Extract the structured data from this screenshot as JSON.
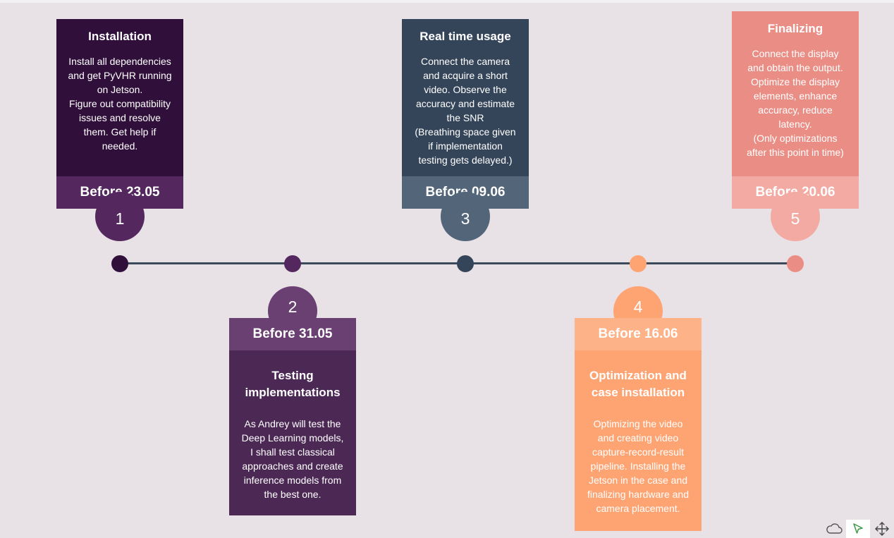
{
  "steps": [
    {
      "number": "1",
      "title": "Installation",
      "body": "Install all dependencies\nand get PyVHR running\non Jetson.\nFigure out compatibility\nissues and resolve\nthem. Get help if\nneeded.",
      "date": "Before 23.05",
      "colors": {
        "card": "#30103b",
        "date": "#54275f",
        "circle": "#54275f",
        "dot": "#30103b"
      }
    },
    {
      "number": "2",
      "title": "Testing implementations",
      "body": "As Andrey will test the\nDeep Learning models,\nI shall test classical\napproaches and create\ninference models from\nthe best one.",
      "date": "Before 31.05",
      "colors": {
        "card": "#4c2955",
        "date": "#6a3f72",
        "circle": "#6a3f72",
        "dot": "#54275f"
      }
    },
    {
      "number": "3",
      "title": "Real time usage",
      "body": "Connect the camera\nand acquire a short\nvideo. Observe the\naccuracy and estimate\nthe SNR\n(Breathing space given\nif implementation\ntesting gets delayed.)",
      "date": "Before 09.06",
      "colors": {
        "card": "#34455a",
        "date": "#526579",
        "circle": "#526579",
        "dot": "#34455a"
      }
    },
    {
      "number": "4",
      "title": "Optimization and case installation",
      "body": "Optimizing the video\nand creating video\ncapture-record-result\npipeline. Installing the\nJetson in the case and\nfinalizing hardware and\ncamera placement.",
      "date": "Before 16.06",
      "colors": {
        "card": "#fea473",
        "date": "#fdb287",
        "circle": "#fea473",
        "dot": "#fea473"
      }
    },
    {
      "number": "5",
      "title": "Finalizing",
      "body": "Connect the display\nand obtain the output.\nOptimize the display\nelements, enhance\naccuracy, reduce\nlatency.\n(Only optimizations\nafter this point in time)",
      "date": "Before 20.06",
      "colors": {
        "card": "#ea8e85",
        "date": "#f2aaa3",
        "circle": "#f2aaa3",
        "dot": "#ea8e85"
      }
    }
  ],
  "toolbar": {
    "icons": [
      "cloud-icon",
      "pointer-icon",
      "move-icon"
    ],
    "active_color": "#3d9a46"
  }
}
